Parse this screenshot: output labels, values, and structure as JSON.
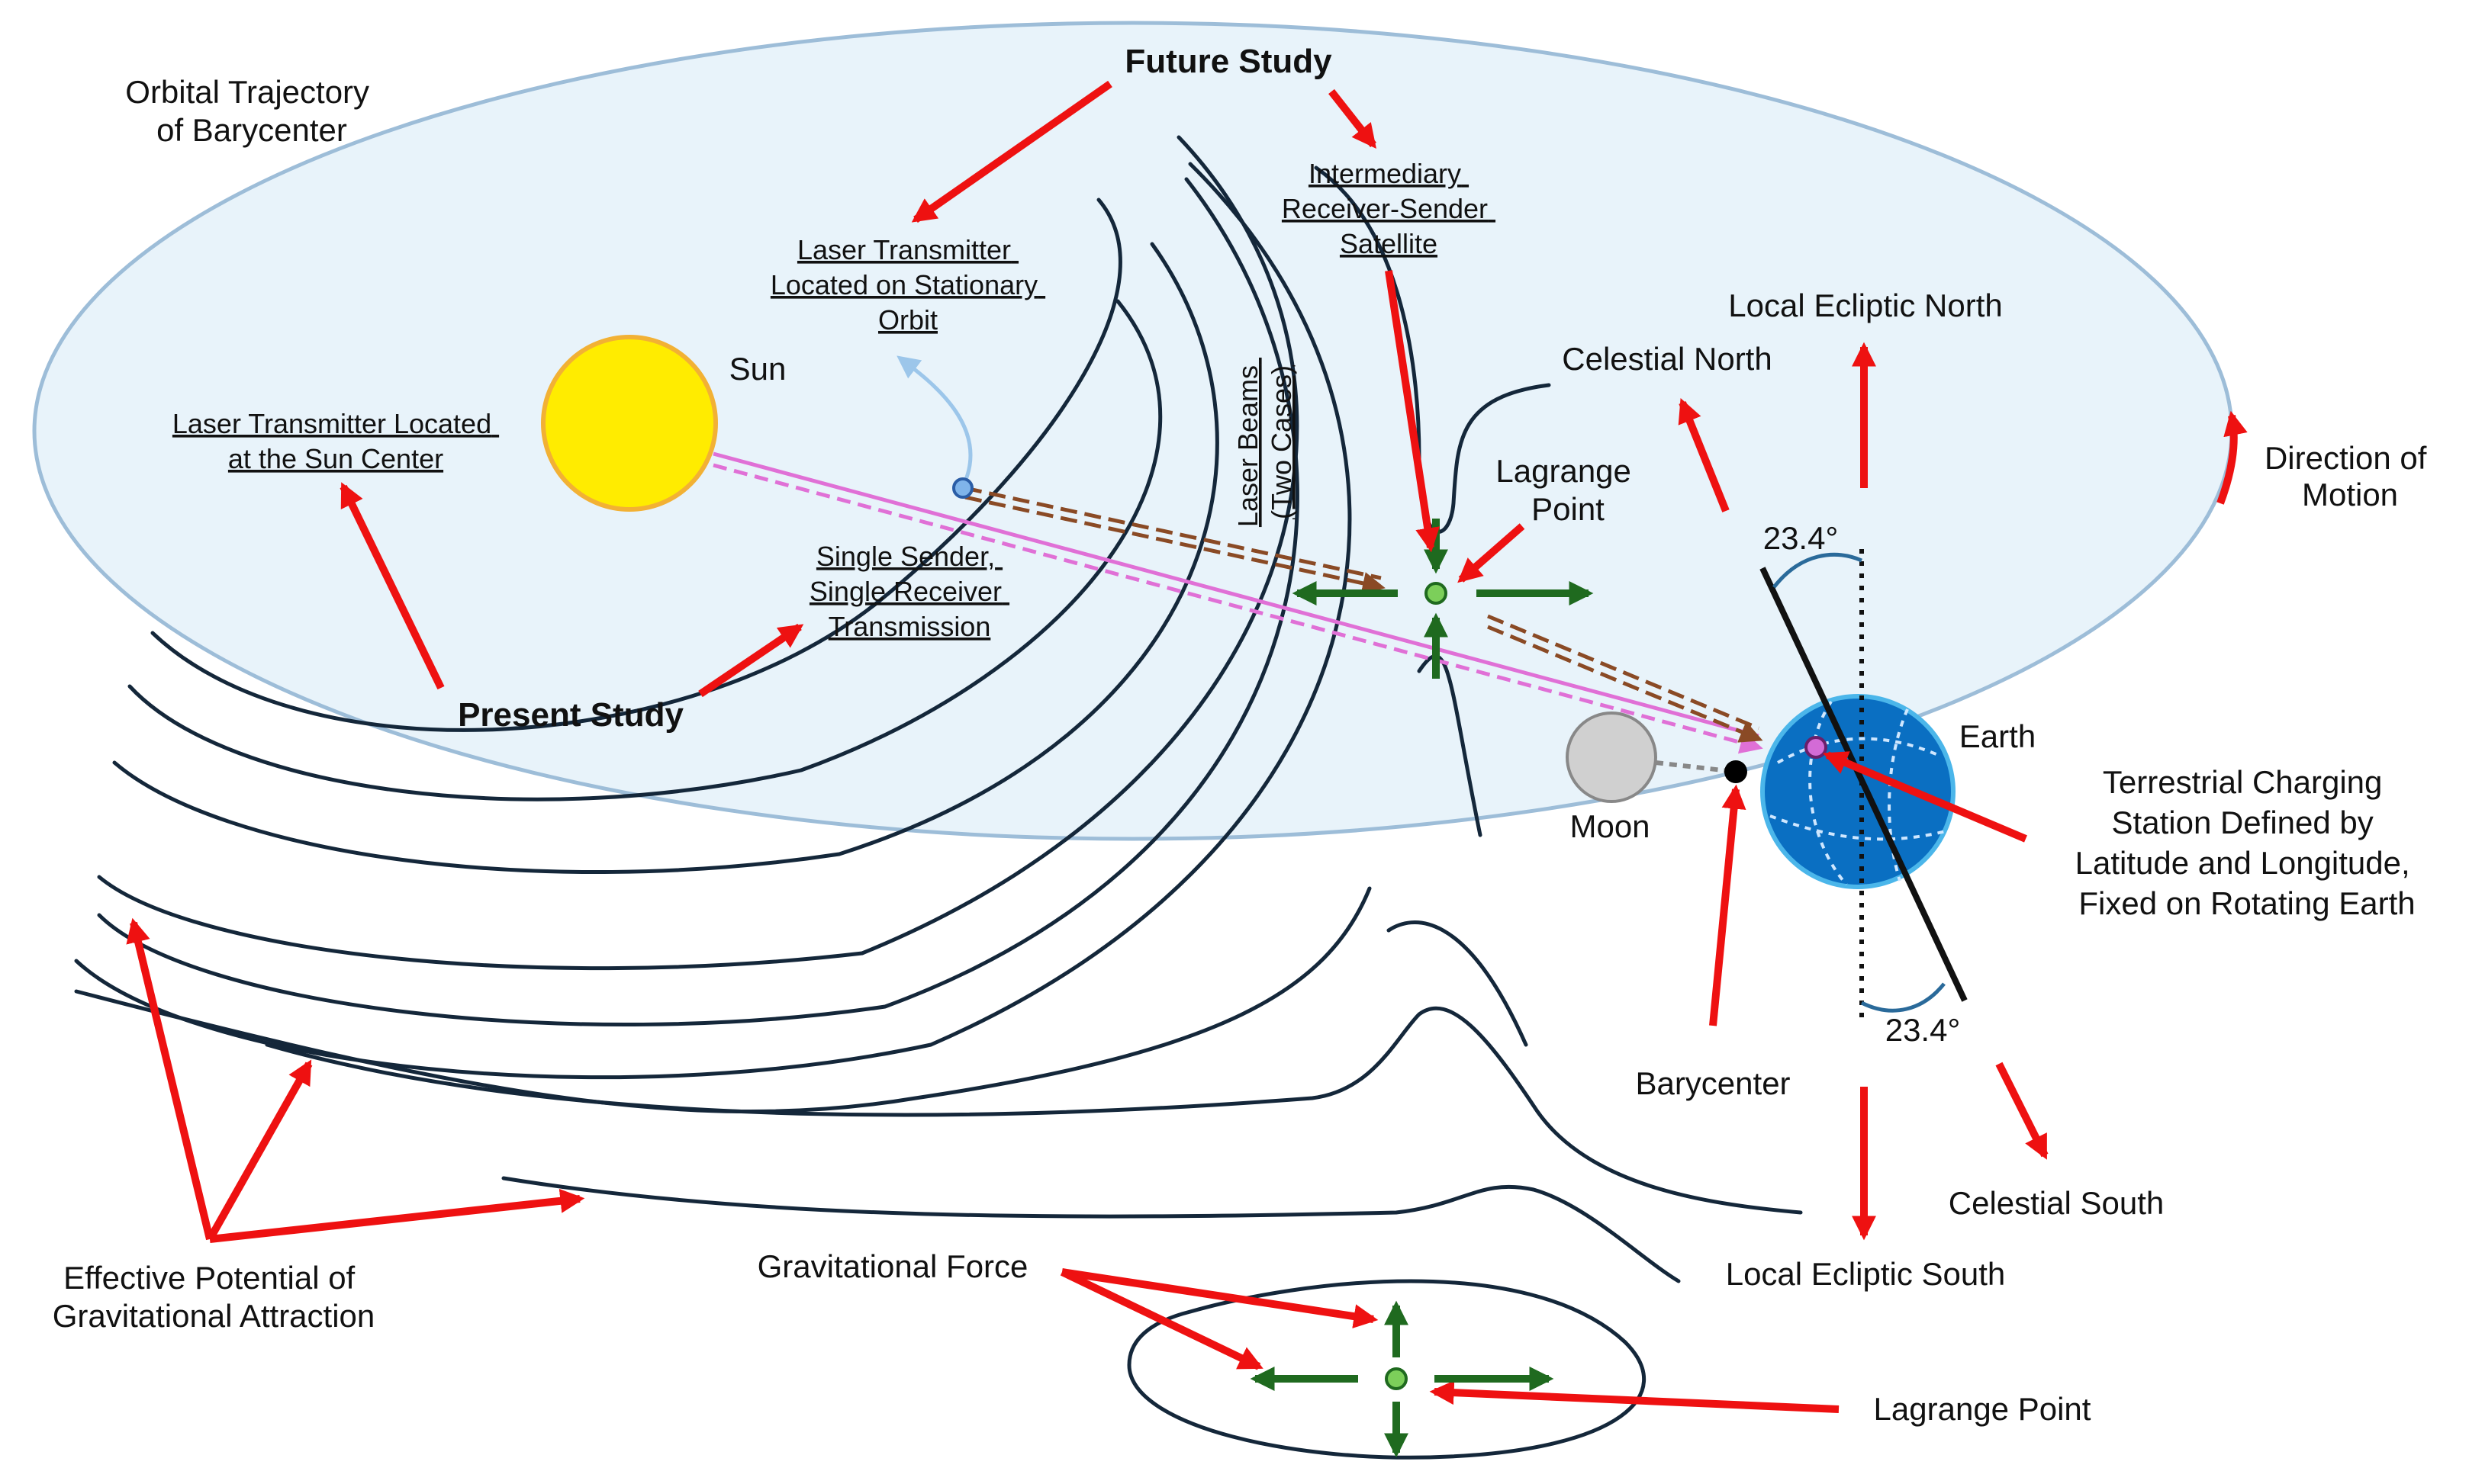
{
  "labels": {
    "orbital_trajectory": [
      "Orbital Trajectory",
      "of Barycenter"
    ],
    "future_study": "Future Study",
    "present_study": "Present Study",
    "laser_tx_stationary": [
      "Laser Transmitter",
      "Located on Stationary",
      "Orbit"
    ],
    "intermediary": [
      "Intermediary",
      "Receiver-Sender",
      "Satellite"
    ],
    "laser_tx_sun": [
      "Laser Transmitter Located",
      "at the Sun Center"
    ],
    "sun": "Sun",
    "single_sender": [
      "Single Sender,",
      "Single Receiver",
      "Transmission"
    ],
    "laser_beams": [
      "Laser Beams",
      "(Two Cases)"
    ],
    "lagrange_upper": [
      "Lagrange",
      "Point"
    ],
    "celestial_north": "Celestial North",
    "local_ecliptic_north": "Local Ecliptic North",
    "direction_of_motion": [
      "Direction of",
      "Motion"
    ],
    "angle_top": "23.4°",
    "angle_bottom": "23.4°",
    "earth": "Earth",
    "moon": "Moon",
    "terrestrial_station": [
      "Terrestrial Charging",
      "Station Defined by",
      "Latitude and Longitude,",
      "Fixed on Rotating Earth"
    ],
    "barycenter": "Barycenter",
    "celestial_south": "Celestial South",
    "local_ecliptic_south": "Local Ecliptic South",
    "effective_potential": [
      "Effective Potential of",
      "Gravitational Attraction"
    ],
    "gravitational_force": "Gravitational Force",
    "lagrange_lower": "Lagrange Point"
  },
  "colors": {
    "orbit_fill": "#e8f3fa",
    "orbit_stroke": "#9dbdd8",
    "sun": "#ffec00",
    "sun_stroke": "#f2b134",
    "earth": "#0a6fc2",
    "earth_stroke": "#4bb6ea",
    "moon": "#d0d0d0",
    "annotation_arrow": "#ee1111",
    "force_arrow": "#1f6a1f",
    "contour": "#14273a",
    "beam_pink": "#e070d6",
    "beam_brown": "#8a4a25",
    "lagrange_point": "#7ccf5a"
  }
}
